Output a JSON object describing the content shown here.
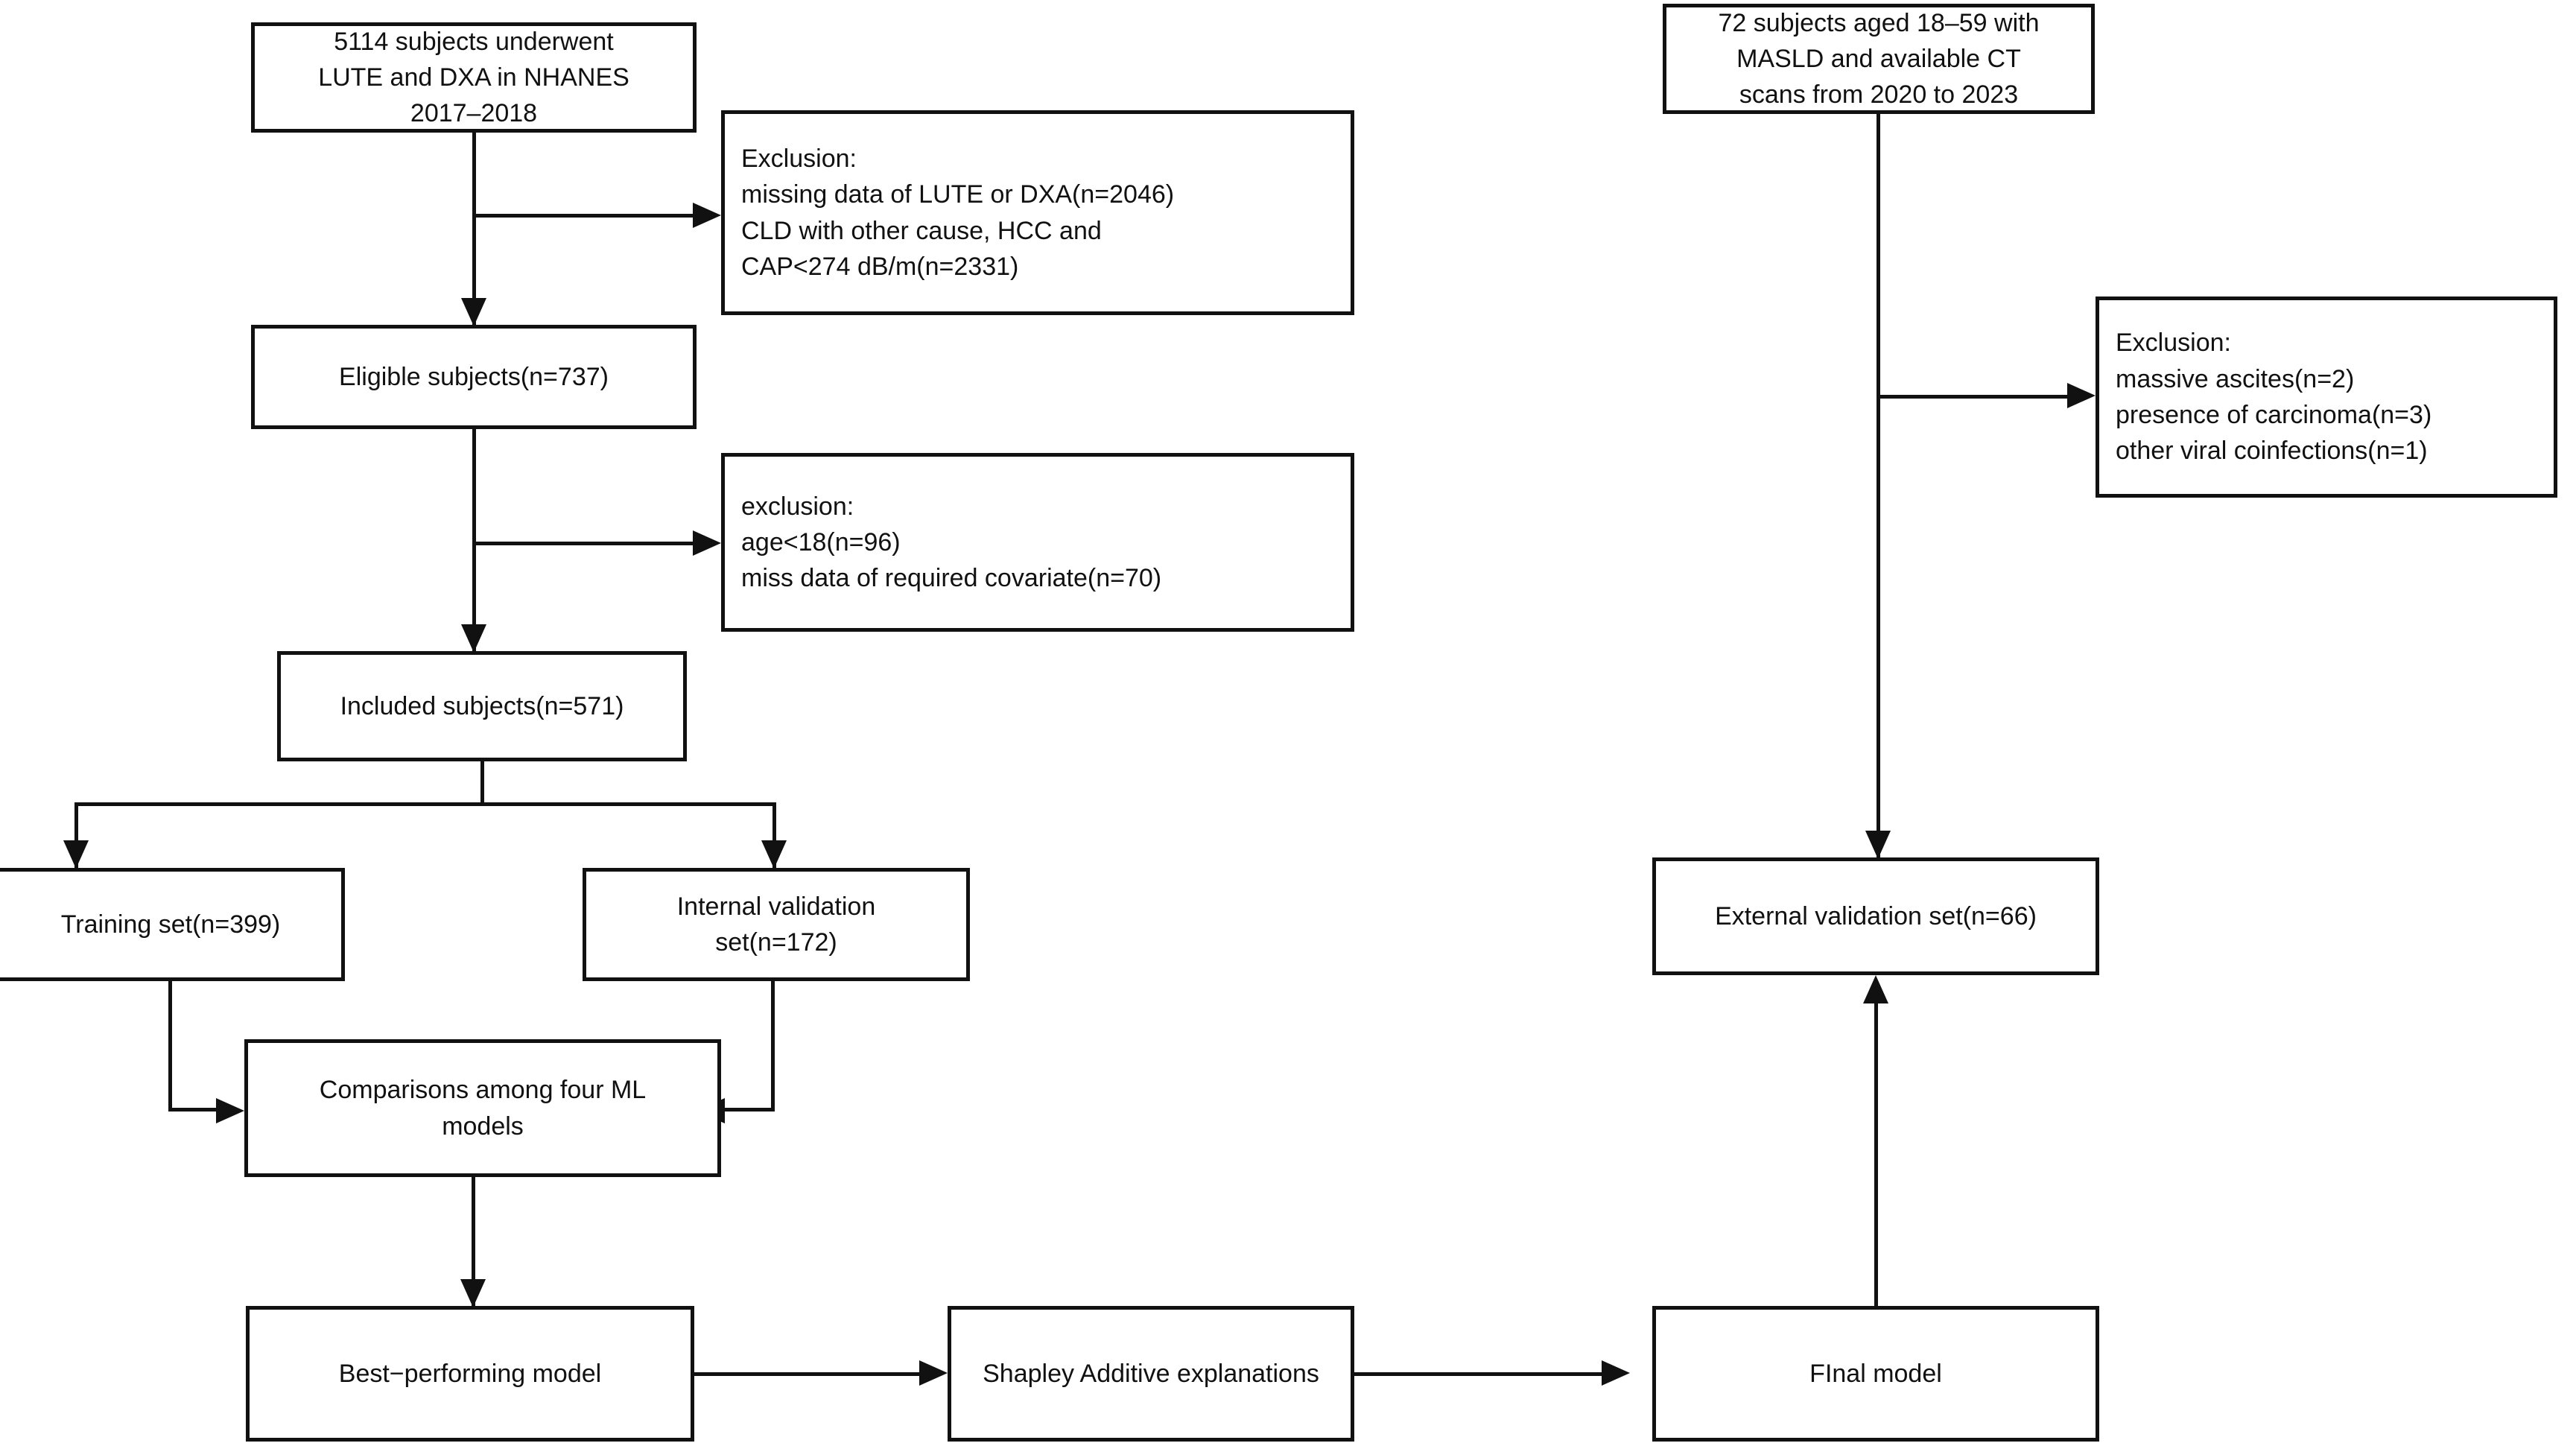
{
  "figure": {
    "type": "flowchart",
    "title": "Study population selection and model development flowchart",
    "orientation": "top-to-bottom",
    "line_color": "#111111",
    "box_fill": "#ffffff"
  },
  "nodes": {
    "source_cohort": "5114 subjects underwent\nLUTE and DXA  in NHANES\n2017–2018",
    "exclusion_1": "Exclusion:\nmissing data of LUTE or DXA(n=2046)\nCLD with other cause, HCC and\nCAP<274 dB/m(n=2331)",
    "eligible_subjects": "Eligible subjects(n=737)",
    "exclusion_2": "exclusion:\nage<18(n=96)\nmiss data of required covariate(n=70)",
    "included_subjects": "Included subjects(n=571)",
    "training_set": "Training set(n=399)",
    "internal_validation_set": "Internal validation\nset(n=172)",
    "model_comparison": "Comparisons among four ML\nmodels",
    "best_model": "Best−performing model",
    "shap": "Shapley Additive explanations",
    "external_cohort": "72 subjects aged 18–59 with\nMASLD and available CT\nscans from 2020 to 2023",
    "exclusion_3": "Exclusion:\nmassive ascites(n=2)\npresence of carcinoma(n=3)\nother viral coinfections(n=1)",
    "external_validation_set": "External validation set(n=66)",
    "final_model": "FInal model"
  },
  "counts": {
    "source_cohort_n": 5114,
    "missing_lute_or_dxa_n": 2046,
    "cld_hcc_cap_n": 2331,
    "eligible_n": 737,
    "age_under_18_n": 96,
    "missing_covariate_n": 70,
    "included_n": 571,
    "training_n": 399,
    "internal_validation_n": 172,
    "external_cohort_n": 72,
    "massive_ascites_n": 2,
    "carcinoma_n": 3,
    "viral_coinfection_n": 1,
    "external_validation_n": 66
  },
  "edges": [
    {
      "from": "source_cohort",
      "to": "eligible_subjects",
      "style": "arrow-down"
    },
    {
      "from": "source_cohort",
      "to": "exclusion_1",
      "style": "arrow-right"
    },
    {
      "from": "eligible_subjects",
      "to": "included_subjects",
      "style": "arrow-down"
    },
    {
      "from": "eligible_subjects",
      "to": "exclusion_2",
      "style": "arrow-right"
    },
    {
      "from": "included_subjects",
      "to": "training_set",
      "style": "arrow-down"
    },
    {
      "from": "included_subjects",
      "to": "internal_validation_set",
      "style": "arrow-down"
    },
    {
      "from": "training_set",
      "to": "model_comparison",
      "style": "arrow-right"
    },
    {
      "from": "internal_validation_set",
      "to": "model_comparison",
      "style": "arrow-left"
    },
    {
      "from": "model_comparison",
      "to": "best_model",
      "style": "arrow-down"
    },
    {
      "from": "best_model",
      "to": "shap",
      "style": "arrow-right"
    },
    {
      "from": "shap",
      "to": "final_model",
      "style": "arrow-right"
    },
    {
      "from": "external_cohort",
      "to": "external_validation_set",
      "style": "arrow-down"
    },
    {
      "from": "external_cohort",
      "to": "exclusion_3",
      "style": "arrow-right"
    },
    {
      "from": "final_model",
      "to": "external_validation_set",
      "style": "arrow-up"
    }
  ]
}
